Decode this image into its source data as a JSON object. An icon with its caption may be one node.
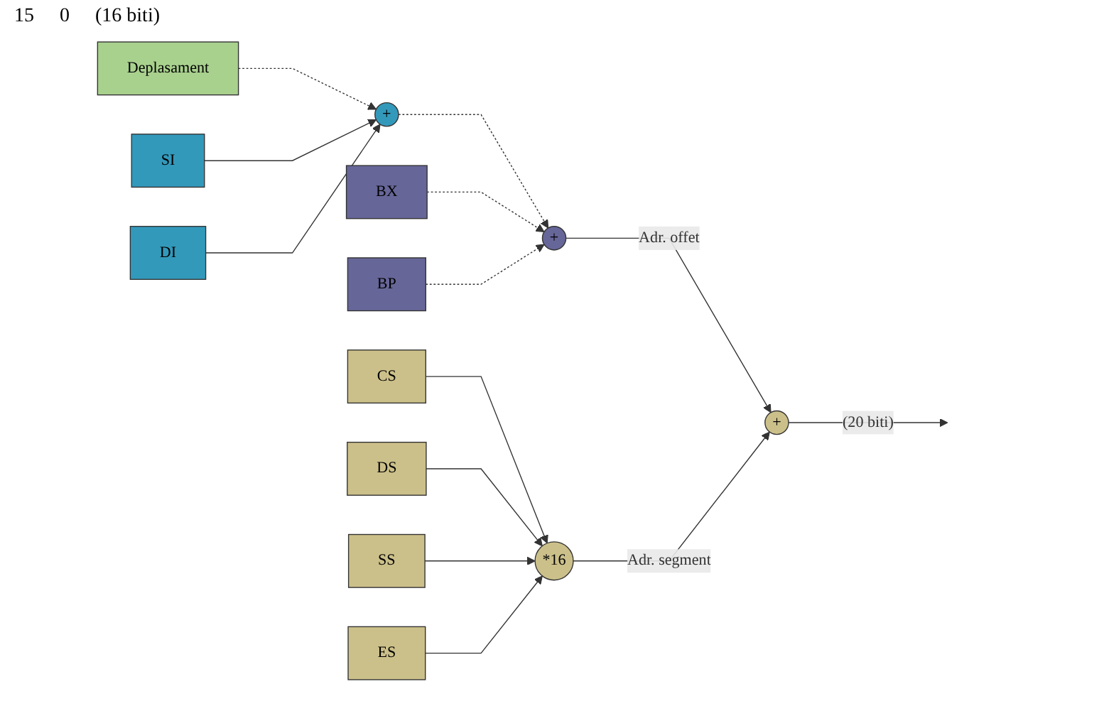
{
  "diagram": {
    "nodes": [
      {
        "text": [
          "Deplasament"
        ]
      },
      {
        "text": [
          "+"
        ]
      },
      {
        "text": [
          "+"
        ]
      },
      {
        "text": [
          "+"
        ]
      },
      {
        "text": [
          "SI"
        ]
      },
      {
        "text": [
          "DI"
        ]
      },
      {
        "text": [
          "BX"
        ]
      },
      {
        "text": [
          "BP"
        ]
      },
      {
        "text": [
          "CS"
        ]
      },
      {
        "text": [
          "DS"
        ]
      },
      {
        "text": [
          "SS"
        ]
      },
      {
        "text": [
          "ES"
        ]
      },
      {
        "text": [
          "*16"
        ]
      }
    ],
    "edges": [
      {
        "from": 0,
        "to": 1,
        "arrow": "to",
        "style": "dashed"
      },
      {
        "from": 1,
        "to": 2,
        "arrow": "to",
        "style": "dashed"
      },
      {
        "from": 2,
        "to": 3,
        "arrow": "to",
        "label": "Adr. offet"
      },
      {
        "from": 3,
        "to": null,
        "arrow": "to",
        "label": "(20 biti)"
      },
      {
        "from": 4,
        "to": 1,
        "arrow": "to"
      },
      {
        "from": 5,
        "to": 1,
        "arrow": "to"
      },
      {
        "from": 6,
        "to": 2,
        "arrow": "to",
        "style": "dashed"
      },
      {
        "from": 7,
        "to": 2,
        "arrow": "to",
        "style": "dashed"
      },
      {
        "from": 8,
        "to": 12,
        "arrow": "to"
      },
      {
        "from": 9,
        "to": 12,
        "arrow": "to"
      },
      {
        "from": 10,
        "to": 12,
        "arrow": "to"
      },
      {
        "from": 11,
        "to": 12,
        "arrow": "to"
      },
      {
        "from": 12,
        "to": 3,
        "arrow": "to",
        "label": "Adr. segment"
      }
    ],
    "labels": [
      "15",
      "0",
      "(16 biti)"
    ]
  }
}
